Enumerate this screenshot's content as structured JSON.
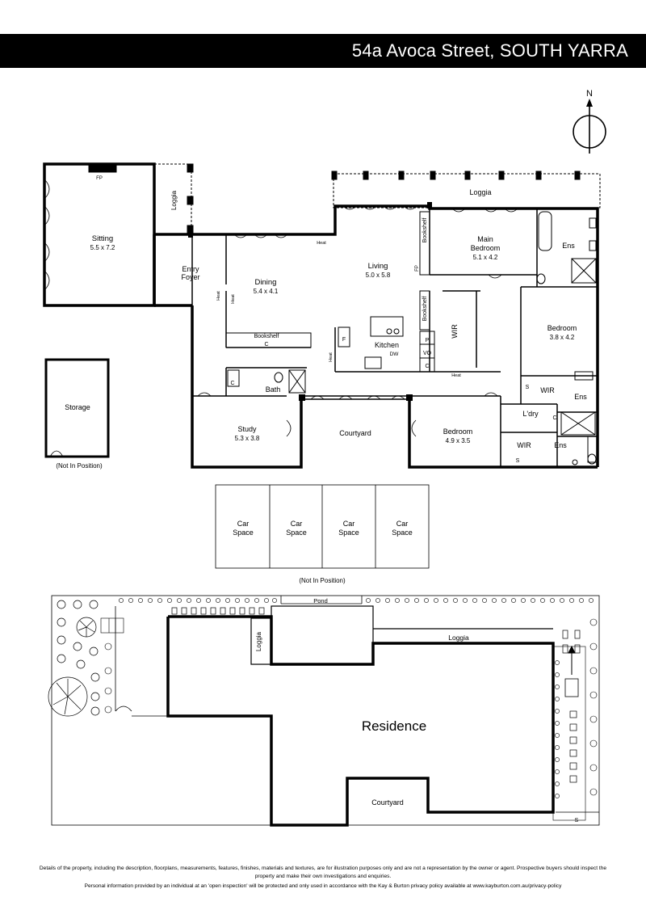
{
  "header": {
    "title": "54a Avoca Street, SOUTH YARRA"
  },
  "compass": {
    "label": "N"
  },
  "rooms": {
    "sitting": {
      "name": "Sitting",
      "dims": "5.5 x 7.2"
    },
    "fireplace": "FP",
    "loggia_small": "Loggia",
    "entry": {
      "line1": "Entry",
      "line2": "Foyer"
    },
    "dining": {
      "name": "Dining",
      "dims": "5.4 x 4.1"
    },
    "living": {
      "name": "Living",
      "dims": "5.0 x 5.8"
    },
    "living_fp": "FP",
    "loggia_top": "Loggia",
    "main_bedroom": {
      "line1": "Main",
      "line2": "Bedroom",
      "dims": "5.1 x 4.2"
    },
    "ens_main": "Ens",
    "bookshelf_living_upper": "Bookshelf",
    "bookshelf_living_lower": "Bookshelf",
    "bookshelf_dining": "Bookshelf",
    "cupboard_dining": "C",
    "kitchen": "Kitchen",
    "dw": "DW",
    "pantry": "P",
    "vo": "VO",
    "kitchen_c": "C",
    "fridge": "F",
    "wir_main": "WIR",
    "bedroom_right": {
      "name": "Bedroom",
      "dims": "3.8 x 4.2"
    },
    "wir_right": "WIR",
    "ens_right": "Ens",
    "s_right": "S",
    "c_right": "C",
    "ldry": "L'dry",
    "bedroom_lower": {
      "name": "Bedroom",
      "dims": "4.9 x 3.5"
    },
    "wir_lower": "WIR",
    "s_lower": "S",
    "ens_lower": "Ens",
    "courtyard": "Courtyard",
    "study": {
      "name": "Study",
      "dims": "5.3 x 3.8"
    },
    "bath": "Bath",
    "bath_c": "C",
    "heat_labels": [
      "Heat",
      "Heat",
      "Heat",
      "Heat",
      "Heat"
    ],
    "storage": "Storage",
    "storage_note": "(Not In Position)",
    "car_spaces": [
      {
        "line1": "Car",
        "line2": "Space"
      },
      {
        "line1": "Car",
        "line2": "Space"
      },
      {
        "line1": "Car",
        "line2": "Space"
      },
      {
        "line1": "Car",
        "line2": "Space"
      }
    ],
    "car_note": "(Not In Position)"
  },
  "site": {
    "pond": "Pond",
    "loggia_left": "Loggia",
    "loggia_right": "Loggia",
    "residence": "Residence",
    "courtyard": "Courtyard",
    "shed": "S"
  },
  "disclaimer": {
    "line1": "Details of the property, including the description, floorplans, measurements, features, finishes, materials and textures, are for illustration purposes only and are not a representation by the owner or agent.  Prospective buyers should inspect the",
    "line2": "property and make their own investigations and enquiries.",
    "line3": "Personal information provided by an individual at an 'open inspection' will be protected and only used in accordance with the Kay & Burton privacy policy available at www.kayburton.com.au/privacy-policy"
  }
}
